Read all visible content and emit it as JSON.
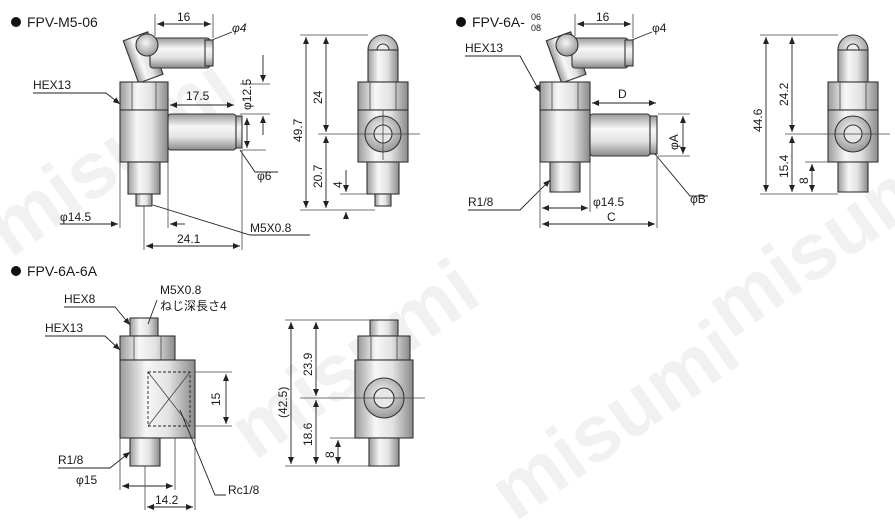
{
  "watermark": "misumi",
  "sections": {
    "m5": {
      "title": "FPV-M5-06",
      "dims": {
        "top_width": "16",
        "phi4": "φ4",
        "hex": "HEX13",
        "len175": "17.5",
        "phi125": "φ12.5",
        "phi6": "φ6",
        "phi145": "φ14.5",
        "len241": "24.1",
        "thread": "M5X0.8"
      },
      "side": {
        "total": "49.7",
        "upper": "24",
        "lower": "20.7",
        "small": "4"
      }
    },
    "six": {
      "title_main": "FPV-6A-",
      "title_sup": "06",
      "title_sub": "08",
      "dims": {
        "top_width": "16",
        "phi4": "φ4",
        "hex": "HEX13",
        "D": "D",
        "phiA": "φA",
        "thread": "R1/8",
        "phi145": "φ14.5",
        "phiB": "φB",
        "C": "C"
      },
      "side": {
        "total": "44.6",
        "upper": "24.2",
        "lower": "15.4",
        "small": "8"
      }
    },
    "sixsix": {
      "title": "FPV-6A-6A",
      "dims": {
        "thread_top": "M5X0.8",
        "depth": "ねじ深長さ4",
        "hex8": "HEX8",
        "hex13": "HEX13",
        "fifteen": "15",
        "thread_bottom": "R1/8",
        "phi15": "φ15",
        "len142": "14.2",
        "rc": "Rc1/8"
      },
      "side": {
        "total": "(42.5)",
        "upper": "23.9",
        "lower": "18.6",
        "small": "8"
      }
    }
  },
  "colors": {
    "body_light": "#f4f4f4",
    "body_mid": "#c9c9c9",
    "body_dark": "#8d8d8d",
    "line": "#222222"
  }
}
